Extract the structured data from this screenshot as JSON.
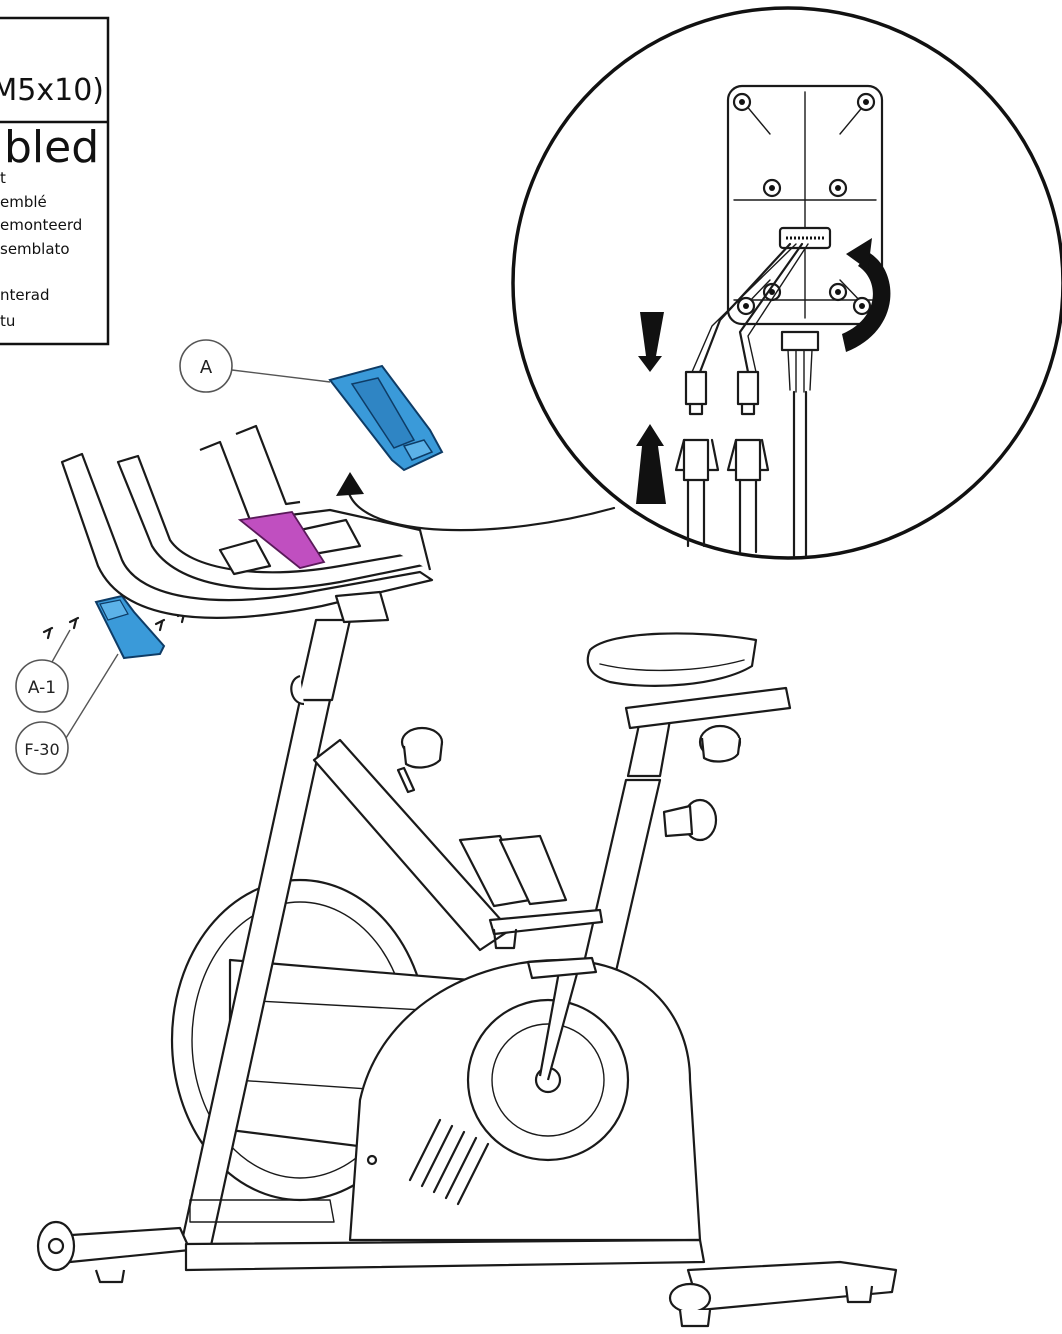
{
  "legend": {
    "hardware_spec": "M5x10)",
    "status_title": "bled",
    "translations": [
      "t",
      "emblé",
      "emonteerd",
      "semblato",
      "",
      "nterad",
      "tu"
    ]
  },
  "part_labels": {
    "phone_holder": "A",
    "screw": "A-1",
    "bracket": "F-30"
  },
  "colors": {
    "phone_holder": "#3a9ad9",
    "bracket": "#3a9ad9",
    "handlebar_plate": "#c04fc0",
    "line": "#1a1a1a"
  }
}
